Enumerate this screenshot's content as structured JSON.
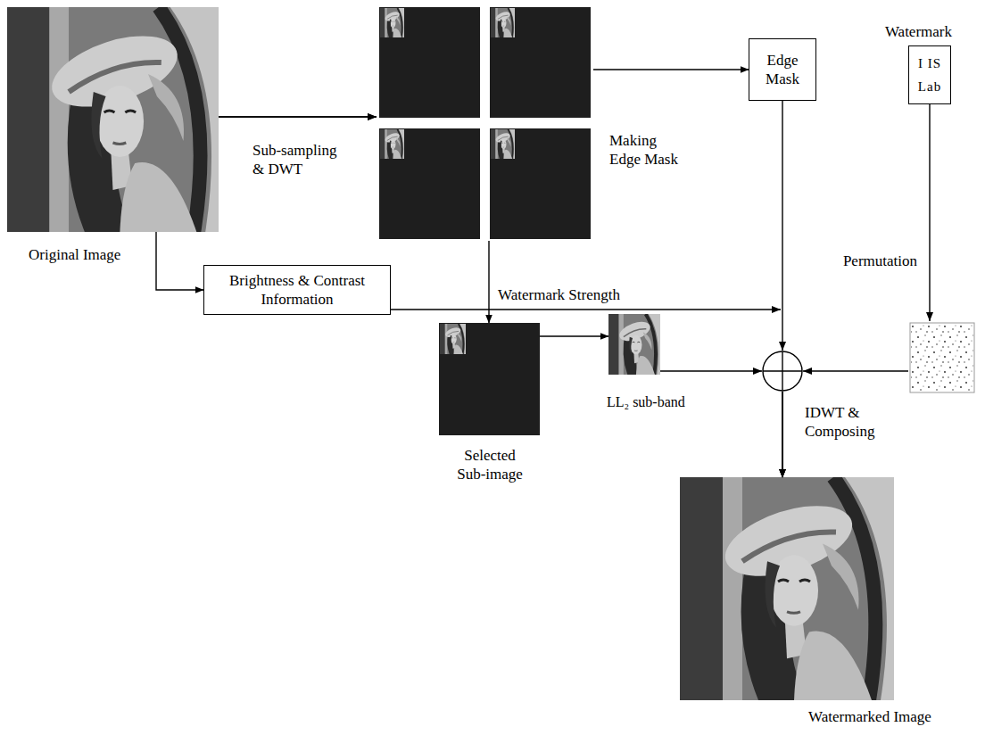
{
  "diagram": {
    "nodes": [
      {
        "text": [
          "Original Image"
        ]
      },
      {
        "text": [
          "Edge Mask"
        ]
      },
      {
        "text": [
          "Watermark",
          "I IS Lab"
        ]
      },
      {
        "text": [
          "Brightness & Contrast Information"
        ]
      },
      {
        "text": [
          "Selected Sub-image"
        ]
      },
      {
        "text": [
          "LL₂ sub-band"
        ]
      },
      {
        "text": [
          "Watermarked Image"
        ]
      }
    ],
    "edges": [
      {
        "from": 0,
        "to": 4,
        "label": "Sub-sampling & DWT",
        "arrow": "to"
      },
      {
        "from": 0,
        "to": 1,
        "label": "Making Edge Mask",
        "arrow": "to"
      },
      {
        "from": 0,
        "to": 3,
        "arrow": "to"
      },
      {
        "from": 4,
        "to": 5,
        "arrow": "to"
      },
      {
        "from": 1,
        "to": 6,
        "arrow": "to"
      },
      {
        "from": 3,
        "to": 6,
        "label": "Watermark Strength",
        "arrow": "to"
      },
      {
        "from": 5,
        "to": 6,
        "arrow": "to"
      },
      {
        "from": 2,
        "to": 6,
        "label": "Permutation",
        "arrow": "to"
      }
    ],
    "labels": [
      "IDWT & Composing"
    ]
  }
}
